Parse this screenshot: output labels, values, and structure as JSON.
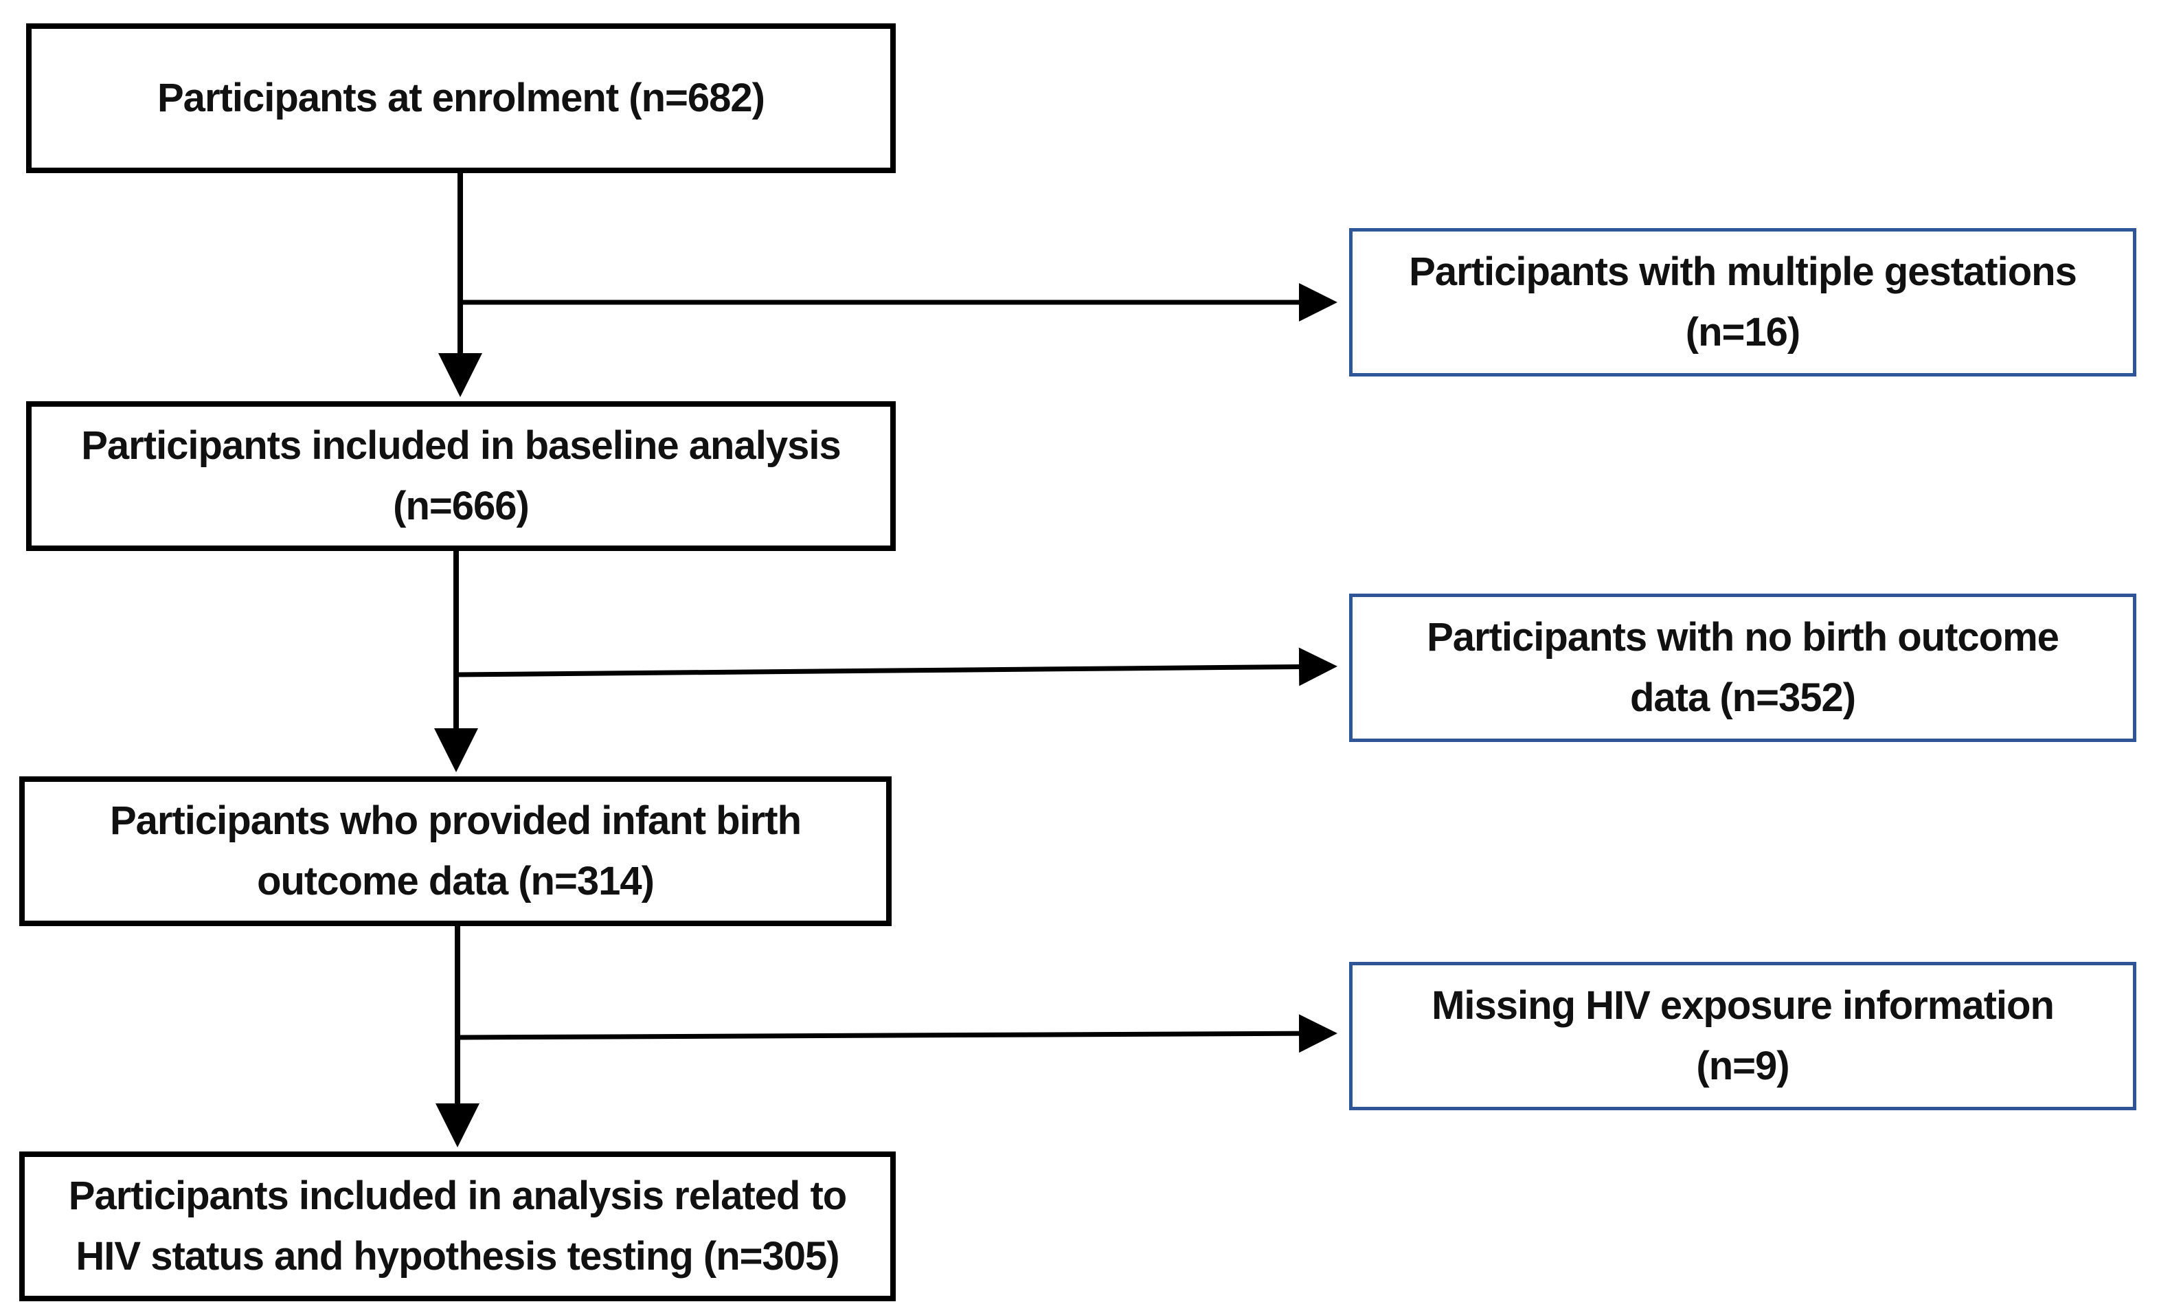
{
  "flow": {
    "enrolment": {
      "line1": "Participants at enrolment (n=682)"
    },
    "baseline": {
      "line1": "Participants included in baseline analysis",
      "line2": "(n=666)"
    },
    "birth_outcome": {
      "line1": "Participants who provided infant birth",
      "line2": "outcome data (n=314)"
    },
    "hiv_analysis": {
      "line1": "Participants included in analysis related to",
      "line2": "HIV status and hypothesis testing (n=305)"
    }
  },
  "exclusions": {
    "multiple_gestations": {
      "line1": "Participants with multiple gestations",
      "line2": "(n=16)"
    },
    "no_birth_outcome": {
      "line1": "Participants with no birth outcome",
      "line2": "data (n=352)"
    },
    "missing_hiv": {
      "line1": "Missing HIV exposure information",
      "line2": "(n=9)"
    }
  },
  "colors": {
    "main_border": "#000000",
    "exclusion_border": "#2f5597",
    "arrow": "#000000",
    "text": "#111111"
  }
}
